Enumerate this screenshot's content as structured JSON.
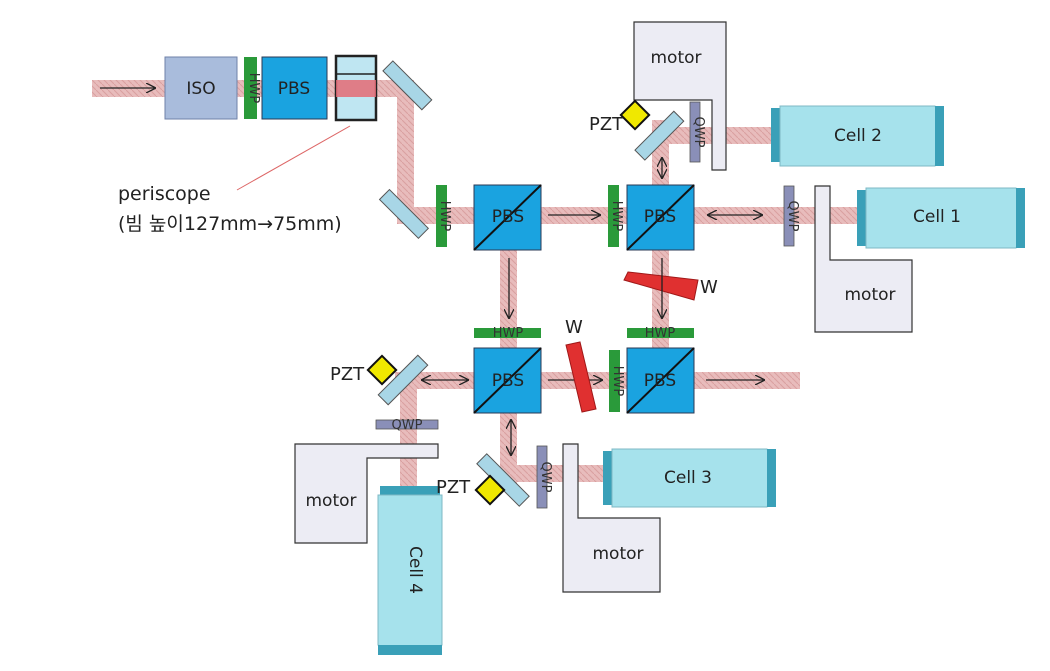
{
  "components": {
    "iso": "ISO",
    "pbs": "PBS",
    "hwp": "HWP",
    "qwp": "QWP",
    "pzt": "PZT",
    "motor": "motor",
    "w": "W"
  },
  "cells": {
    "cell1": "Cell 1",
    "cell2": "Cell 2",
    "cell3": "Cell 3",
    "cell4": "Cell 4"
  },
  "periscope": {
    "label": "periscope",
    "sublabel": "(빔 높이127mm→75mm)"
  },
  "colors": {
    "beam": "#e8b4b4",
    "pbs": "#1aa3e0",
    "iso": "#a9bcdc",
    "hwp": "#2a9a3a",
    "qwp": "#8a8fb8",
    "mirror": "#a8d6e6",
    "pzt": "#f0e800",
    "cell": "#a6e2ec",
    "cell_cap": "#3aa0b8",
    "motor": "#ececf4",
    "wedge": "#e03030"
  }
}
